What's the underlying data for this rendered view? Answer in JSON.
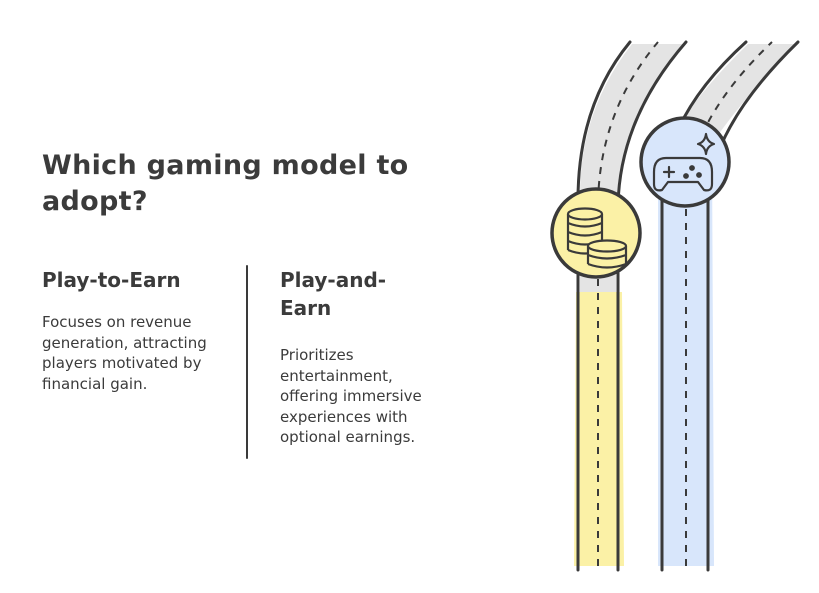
{
  "title": "Which gaming model to adopt?",
  "options": [
    {
      "heading": "Play-to-Earn",
      "description": "Focuses on revenue generation, attracting players motivated by financial gain.",
      "icon": "coins-icon",
      "color": "#fbf1a6"
    },
    {
      "heading": "Play-and-Earn",
      "description": "Prioritizes entertainment, offering immersive experiences with optional earnings.",
      "icon": "gamepad-icon",
      "color": "#d8e6fb"
    }
  ],
  "colors": {
    "road": "#e4e4e4",
    "ink": "#3a3a3a",
    "yellow": "#fbf1a6",
    "blue": "#d8e6fb"
  }
}
